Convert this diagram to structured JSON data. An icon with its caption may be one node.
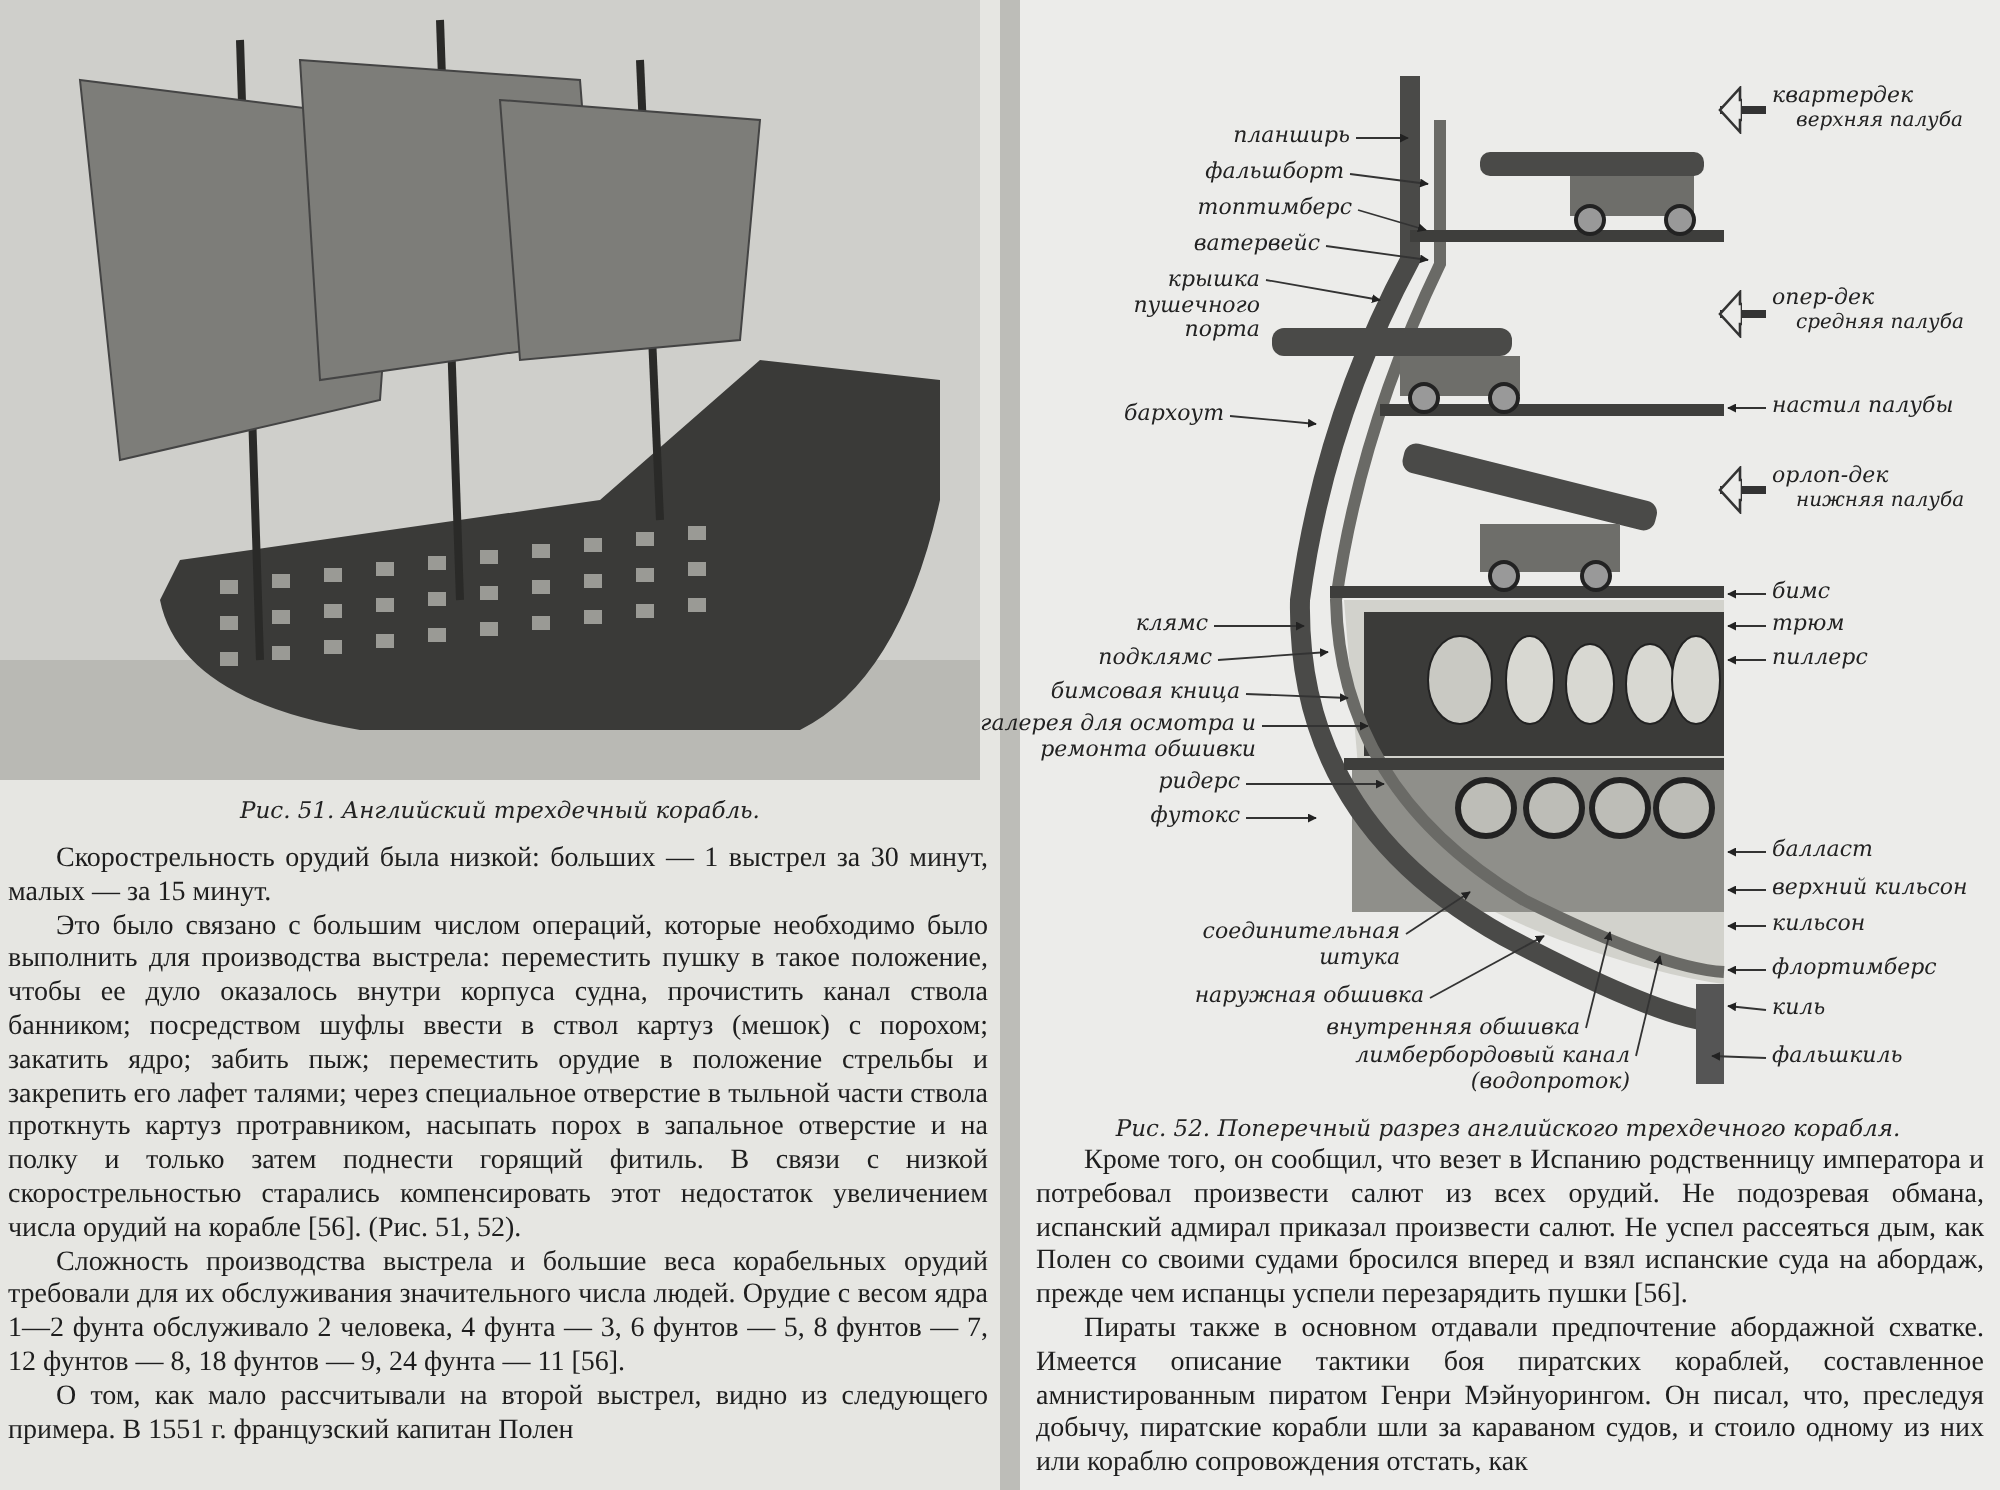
{
  "diagram": {
    "nodes": [
      {
        "text": [
          "планширь"
        ]
      },
      {
        "text": [
          "фальшборт"
        ]
      },
      {
        "text": [
          "топтимберс"
        ]
      },
      {
        "text": [
          "ватервейс"
        ]
      },
      {
        "text": [
          "крышка пушечного порта"
        ]
      },
      {
        "text": [
          "бархоут"
        ]
      },
      {
        "text": [
          "клямс"
        ]
      },
      {
        "text": [
          "подклямс"
        ]
      },
      {
        "text": [
          "бимсовая кница"
        ]
      },
      {
        "text": [
          "галерея для осмотра и ремонта обшивки"
        ]
      },
      {
        "text": [
          "ридерс"
        ]
      },
      {
        "text": [
          "футокс"
        ]
      },
      {
        "text": [
          "соединительная штука"
        ]
      },
      {
        "text": [
          "наружная обшивка"
        ]
      },
      {
        "text": [
          "внутренняя обшивка"
        ]
      },
      {
        "text": [
          "лимбербордовый канал (водопроток)"
        ]
      },
      {
        "text": [
          "квартердек",
          "верхняя палуба"
        ]
      },
      {
        "text": [
          "опер-дек",
          "средняя палуба"
        ]
      },
      {
        "text": [
          "настил палубы"
        ]
      },
      {
        "text": [
          "орлоп-дек",
          "нижняя палуба"
        ]
      },
      {
        "text": [
          "бимс"
        ]
      },
      {
        "text": [
          "трюм"
        ]
      },
      {
        "text": [
          "пиллерс"
        ]
      },
      {
        "text": [
          "балласт"
        ]
      },
      {
        "text": [
          "верхний кильсон"
        ]
      },
      {
        "text": [
          "кильсон"
        ]
      },
      {
        "text": [
          "флортимберс"
        ]
      },
      {
        "text": [
          "киль"
        ]
      },
      {
        "text": [
          "фальшкиль"
        ]
      }
    ],
    "edges": [
      {
        "from": 0,
        "to": null,
        "arrow": "to"
      },
      {
        "from": 1,
        "to": null,
        "arrow": "to"
      },
      {
        "from": 2,
        "to": null,
        "arrow": "to"
      },
      {
        "from": 3,
        "to": null,
        "arrow": "to"
      },
      {
        "from": 4,
        "to": null,
        "arrow": "to"
      },
      {
        "from": 5,
        "to": null,
        "arrow": "to"
      },
      {
        "from": 6,
        "to": null,
        "arrow": "to"
      },
      {
        "from": 7,
        "to": null,
        "arrow": "to"
      },
      {
        "from": 8,
        "to": null,
        "arrow": "to"
      },
      {
        "from": 9,
        "to": null,
        "arrow": "to"
      },
      {
        "from": 10,
        "to": null,
        "arrow": "to"
      },
      {
        "from": 11,
        "to": null,
        "arrow": "to"
      },
      {
        "from": 12,
        "to": null,
        "arrow": "to"
      },
      {
        "from": 13,
        "to": null,
        "arrow": "to"
      },
      {
        "from": 14,
        "to": null,
        "arrow": "to"
      },
      {
        "from": 15,
        "to": null,
        "arrow": "to"
      },
      {
        "from": 16,
        "to": null,
        "arrow": "to",
        "style": "thick"
      },
      {
        "from": 17,
        "to": null,
        "arrow": "to",
        "style": "thick"
      },
      {
        "from": 18,
        "to": null,
        "arrow": "to"
      },
      {
        "from": 19,
        "to": null,
        "arrow": "to",
        "style": "thick"
      },
      {
        "from": 20,
        "to": null,
        "arrow": "to"
      },
      {
        "from": 21,
        "to": null,
        "arrow": "to"
      },
      {
        "from": 22,
        "to": null,
        "arrow": "to"
      },
      {
        "from": 23,
        "to": null,
        "arrow": "to"
      },
      {
        "from": 24,
        "to": null,
        "arrow": "to"
      },
      {
        "from": 25,
        "to": null,
        "arrow": "to"
      },
      {
        "from": 26,
        "to": null,
        "arrow": "to"
      },
      {
        "from": 27,
        "to": null,
        "arrow": "to"
      },
      {
        "from": 28,
        "to": null,
        "arrow": "to"
      }
    ],
    "labels": [
      "Рис. 51. Английский трехдечный корабль.",
      "Скорострельность орудий была низкой: больших — 1 выстрел за 30 минут, малых — за 15 минут.",
      "Это было связано с большим числом операций, которые необходимо было выполнить для производства выстрела: переместить пушку в такое положение, чтобы ее дуло оказалось внутри корпуса судна, прочистить канал ствола банником; посредством шуфлы ввести в ствол картуз (мешок) с порохом; закатить ядро; забить пыж; переместить орудие в положение стрельбы и закрепить его лафет талями; через специальное отверстие в тыльной части ствола проткнуть картуз протравником, насыпать порох в запальное отверстие и на полку и только затем поднести горящий фитиль. В связи с низкой скорострельностью старались компенсировать этот недостаток увеличением числа орудий на корабле [56]. (Рис. 51, 52).",
      "Сложность производства выстрела и большие веса корабельных орудий требовали для их обслуживания значительного числа людей. Орудие с весом ядра 1—2 фунта обслуживало 2 человека, 4 фунта — 3, 6 фунтов — 5, 8 фунтов — 7, 12 фунтов — 8, 18 фунтов — 9, 24 фунта — 11 [56].",
      "О том, как мало рассчитывали на второй выстрел, видно из следующего примера. В 1551 г. французский капитан Полен",
      "Рис. 52. Поперечный разрез английского трехдечного корабля.",
      "Кроме того, он сообщил, что везет в Испанию родственницу императора и потребовал произвести салют из всех орудий. Не подозревая обмана, испанский адмирал приказал произвести салют. Не успел рассеяться дым, как Полен со своими судами бросился вперед и взял испанские суда на абордаж, прежде чем испанцы успели перезарядить пушки [56].",
      "Пираты также в основном отдавали предпочтение абордажной схватке. Имеется описание тактики боя пиратских кораблей, составленное амнистированным пиратом Генри Мэйнуорингом. Он писал, что, преследуя добычу, пиратские корабли шли за караваном судов, и стоило одному из них или кораблю сопровождения отстать, как"
    ]
  }
}
